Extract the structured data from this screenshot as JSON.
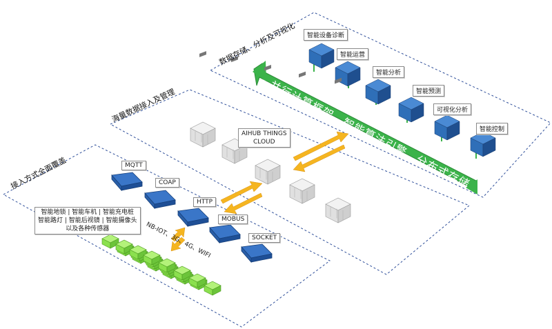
{
  "zones": {
    "storage_title": "数据存储、分析及可视化",
    "management_title": "海量数据接入及管理",
    "access_title": "接入方式全面覆盖"
  },
  "banner": {
    "text": "并行计算框架、智能算法引擎、分布式存储",
    "color": "#3bb34a"
  },
  "cloud_label": "AIHUB THINGS\nCLOUD",
  "analysis_items": [
    "智能设备诊断",
    "智能运营",
    "智能分析",
    "智能预测",
    "可视化分析",
    "智能控制"
  ],
  "protocols": [
    "MQTT",
    "COAP",
    "HTTP",
    "MOBUS",
    "SOCKET"
  ],
  "devices_label": "智能地锁 | 智能车机 | 智能充电桩\n智能路灯 | 智能后视镜 | 智能摄像头\n以及各种传感器",
  "network_label": "NB-IOT、3G、4G、WIFI",
  "colors": {
    "blue_cube": "#2f6fb8",
    "gateway": "#2a5fa8",
    "green_device": "#8be04e",
    "arrow": "#f5b520",
    "zone_border": "#2f4f9a"
  }
}
